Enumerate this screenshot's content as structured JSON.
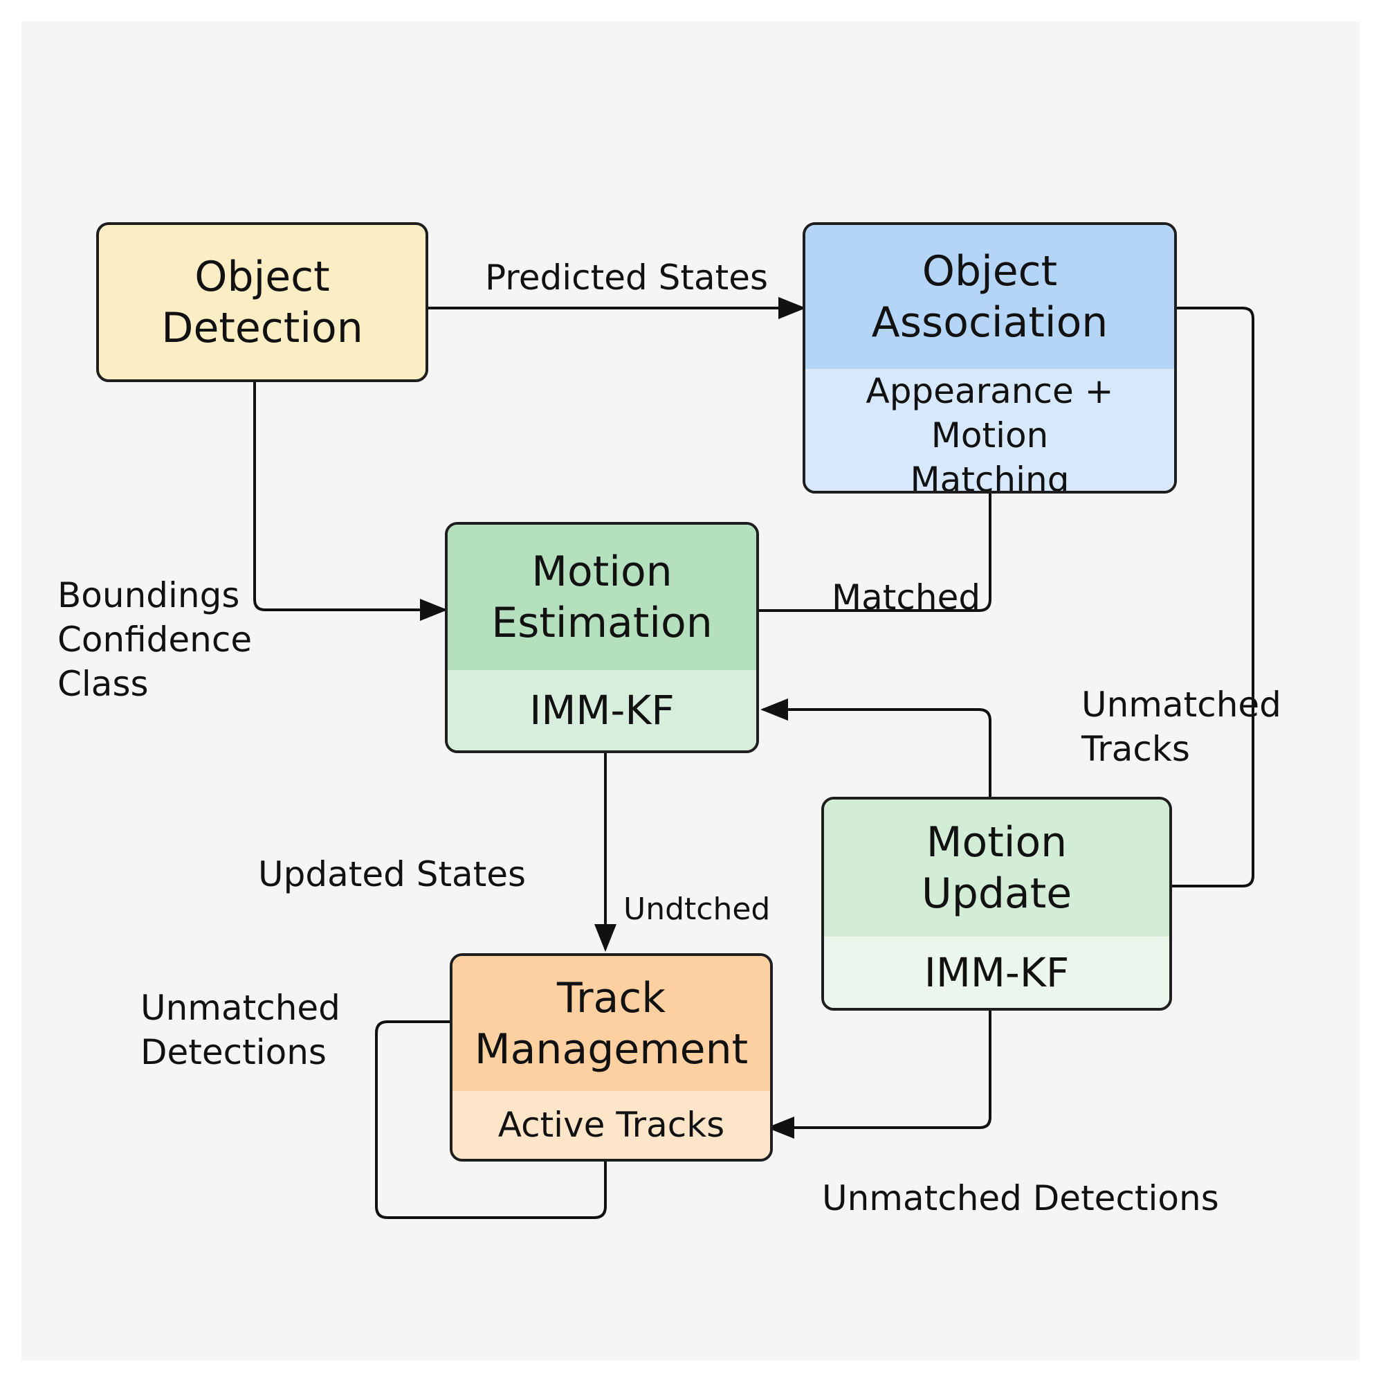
{
  "nodes": {
    "object_detection": {
      "title": "Object\nDetection"
    },
    "object_association": {
      "title": "Object\nAssociation",
      "subtitle": "Appearance + Motion\nMatching"
    },
    "motion_estimation": {
      "title": "Motion\nEstimation",
      "subtitle": "IMM-KF"
    },
    "motion_update": {
      "title": "Motion\nUpdate",
      "subtitle": "IMM-KF"
    },
    "track_management": {
      "title": "Track\nManagement",
      "subtitle": "Active Tracks"
    }
  },
  "edge_labels": {
    "predicted_states": "Predicted States",
    "detection_outputs": "Boundings\nConfidence\nClass",
    "matched": "Matched",
    "unmatched_tracks": "Unmatched\nTracks",
    "updated_states": "Updated States",
    "undtched": "Undtched",
    "unmatched_detections_left": "Unmatched\nDetections",
    "unmatched_detections_bottom": "Unmatched Detections"
  },
  "colors": {
    "object_detection": "#fbeec4",
    "object_association_head": "#b5d5f6",
    "object_association_sub": "#d7e8fa",
    "motion_estimation_head": "#b5e0be",
    "motion_estimation_sub": "#d8eedc",
    "motion_update_head": "#d2ecd5",
    "motion_update_sub": "#ebf6ec",
    "track_management_head": "#fdd0a2",
    "track_management_sub": "#fde5c9",
    "border": "#1e1e1e",
    "background": "#f5f5f5"
  }
}
